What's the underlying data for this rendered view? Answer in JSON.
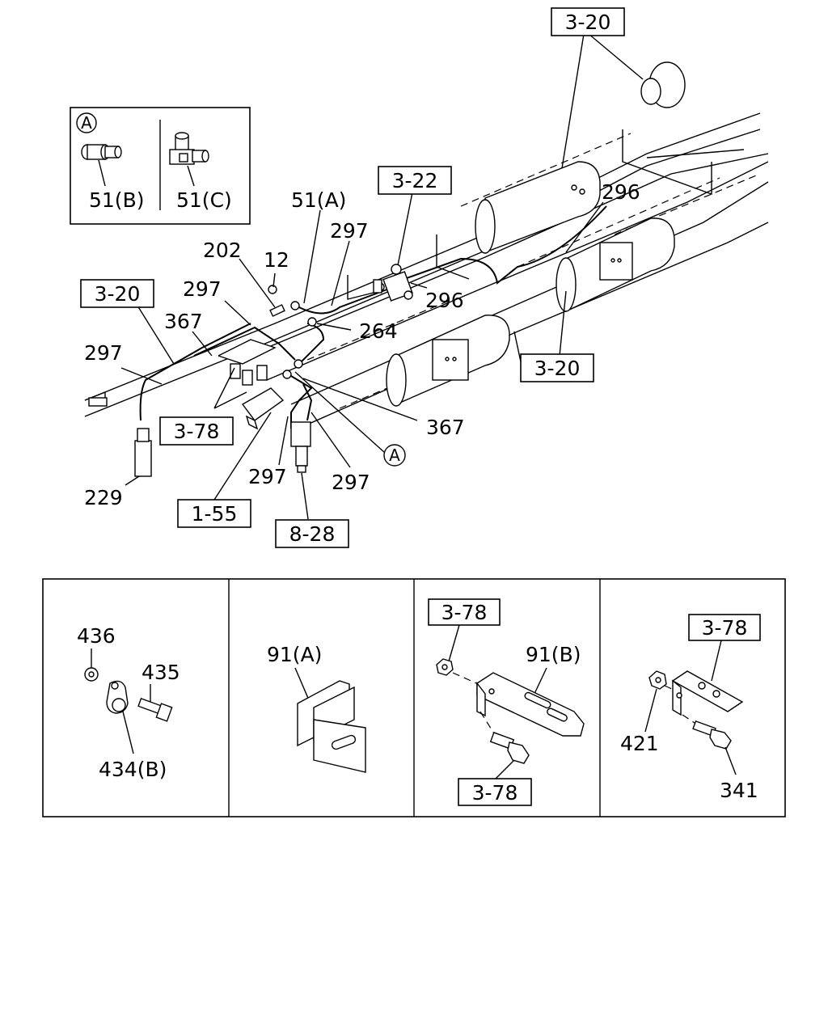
{
  "callouts": {
    "ref_3_20_top": "3-20",
    "ref_3_22": "3-22",
    "ref_3_20_left": "3-20",
    "ref_3_20_right": "3-20",
    "ref_3_78": "3-78",
    "ref_1_55": "1-55",
    "ref_8_28": "8-28",
    "p51a": "51(A)",
    "p296_upper": "296",
    "p296_lower": "296",
    "p297_a": "297",
    "p297_b": "297",
    "p297_c": "297",
    "p297_d": "297",
    "p297_e": "297",
    "p202": "202",
    "p12": "12",
    "p264": "264",
    "p367_a": "367",
    "p367_b": "367",
    "p229": "229",
    "circle_a": "A"
  },
  "inset": {
    "circle_a": "A",
    "p51b": "51(B)",
    "p51c": "51(C)"
  },
  "panels": {
    "panel1": {
      "p436": "436",
      "p435": "435",
      "p434b": "434(B)"
    },
    "panel2": {
      "p91a": "91(A)"
    },
    "panel3": {
      "ref_top": "3-78",
      "p91b": "91(B)",
      "ref_bottom": "3-78"
    },
    "panel4": {
      "ref_top": "3-78",
      "p421": "421",
      "p341": "341"
    }
  }
}
